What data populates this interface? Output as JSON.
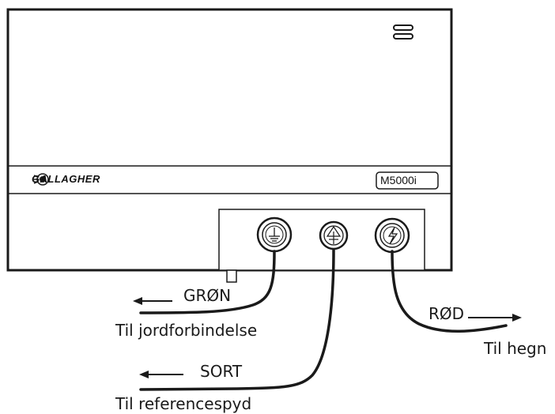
{
  "device": {
    "brand": "GALLAGHER",
    "model": "M5000i"
  },
  "labels": {
    "green": "GRØN",
    "to_ground": "Til jordforbindelse",
    "black": "SORT",
    "to_reference": "Til referencespyd",
    "red": "RØD",
    "to_fence": "Til hegn"
  },
  "terminals": [
    {
      "name": "earth",
      "icon": "ground-symbol"
    },
    {
      "name": "reference",
      "icon": "arrow-up-symbol"
    },
    {
      "name": "fence",
      "icon": "lightning-symbol"
    }
  ]
}
